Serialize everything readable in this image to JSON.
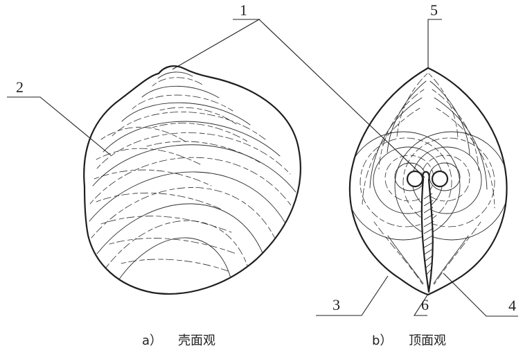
{
  "figure": {
    "callouts": {
      "label_1": "1",
      "label_2": "2",
      "label_3": "3",
      "label_4": "4",
      "label_5": "5",
      "label_6": "6"
    },
    "captions": {
      "left_marker": "a）",
      "left_title": "壳面观",
      "right_marker": "b）",
      "right_title": "顶面观"
    },
    "colors": {
      "ink": "#1f1f1f",
      "background": "#ffffff"
    }
  }
}
